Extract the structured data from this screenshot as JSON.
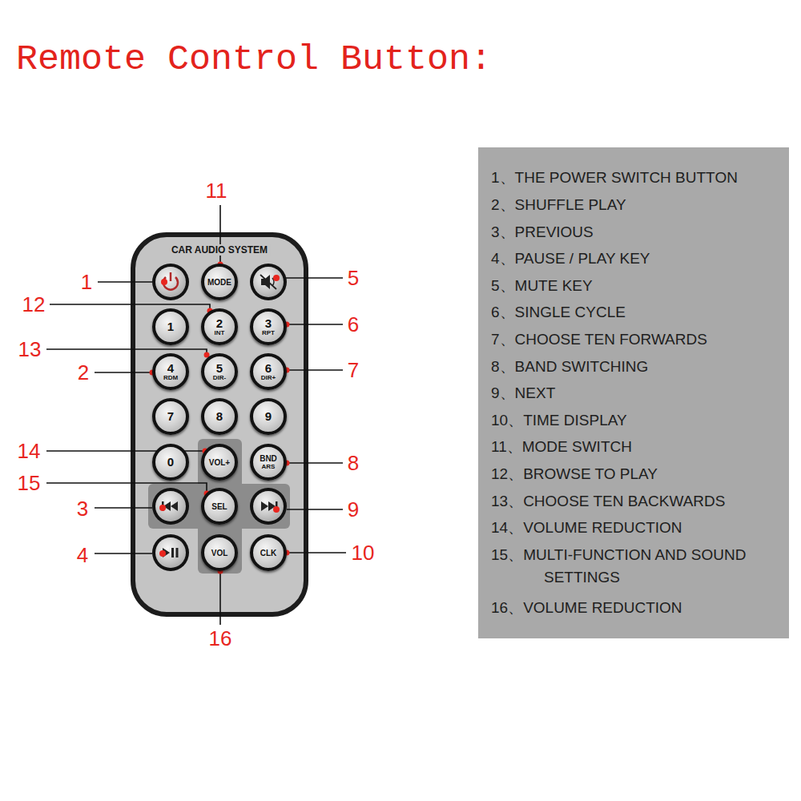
{
  "diagram": {
    "title": "Remote Control Button:",
    "nodes": [
      {
        "text": [
          "CAR AUDIO SYSTEM"
        ]
      },
      {
        "text": [
          "MODE"
        ],
        "in": 0
      },
      {
        "text": [
          "1"
        ],
        "in": 0
      },
      {
        "text": [
          "2",
          "INT"
        ],
        "in": 0
      },
      {
        "text": [
          "3",
          "RPT"
        ],
        "in": 0
      },
      {
        "text": [
          "4",
          "RDM"
        ],
        "in": 0
      },
      {
        "text": [
          "5",
          "DIR-"
        ],
        "in": 0
      },
      {
        "text": [
          "6",
          "DIR+"
        ],
        "in": 0
      },
      {
        "text": [
          "7"
        ],
        "in": 0
      },
      {
        "text": [
          "8"
        ],
        "in": 0
      },
      {
        "text": [
          "9"
        ],
        "in": 0
      },
      {
        "text": [
          "0"
        ],
        "in": 0
      },
      {
        "text": [
          "VOL+"
        ],
        "in": 0
      },
      {
        "text": [
          "BND",
          "ARS"
        ],
        "in": 0
      },
      {
        "text": [
          "SEL"
        ],
        "in": 0
      },
      {
        "text": [
          "VOL"
        ],
        "in": 0
      },
      {
        "text": [
          "CLK"
        ],
        "in": 0
      },
      {
        "text": [
          "1、THE POWER SWITCH BUTTON",
          "2、SHUFFLE PLAY",
          "3、PREVIOUS",
          "4、PAUSE / PLAY KEY",
          "5、MUTE KEY",
          "6、SINGLE CYCLE",
          "7、CHOOSE TEN FORWARDS",
          "8、BAND SWITCHING",
          "9、NEXT",
          "10、TIME DISPLAY",
          "11、MODE SWITCH",
          "12、BROWSE TO PLAY",
          "13、CHOOSE TEN BACKWARDS",
          "14、VOLUME REDUCTION",
          "15、MULTI-FUNCTION AND SOUND SETTINGS",
          "16、VOLUME REDUCTION"
        ]
      }
    ],
    "labels": [
      "11",
      "1",
      "5",
      "12",
      "6",
      "13",
      "2",
      "7",
      "14",
      "8",
      "15",
      "3",
      "9",
      "4",
      "10",
      "16"
    ]
  }
}
